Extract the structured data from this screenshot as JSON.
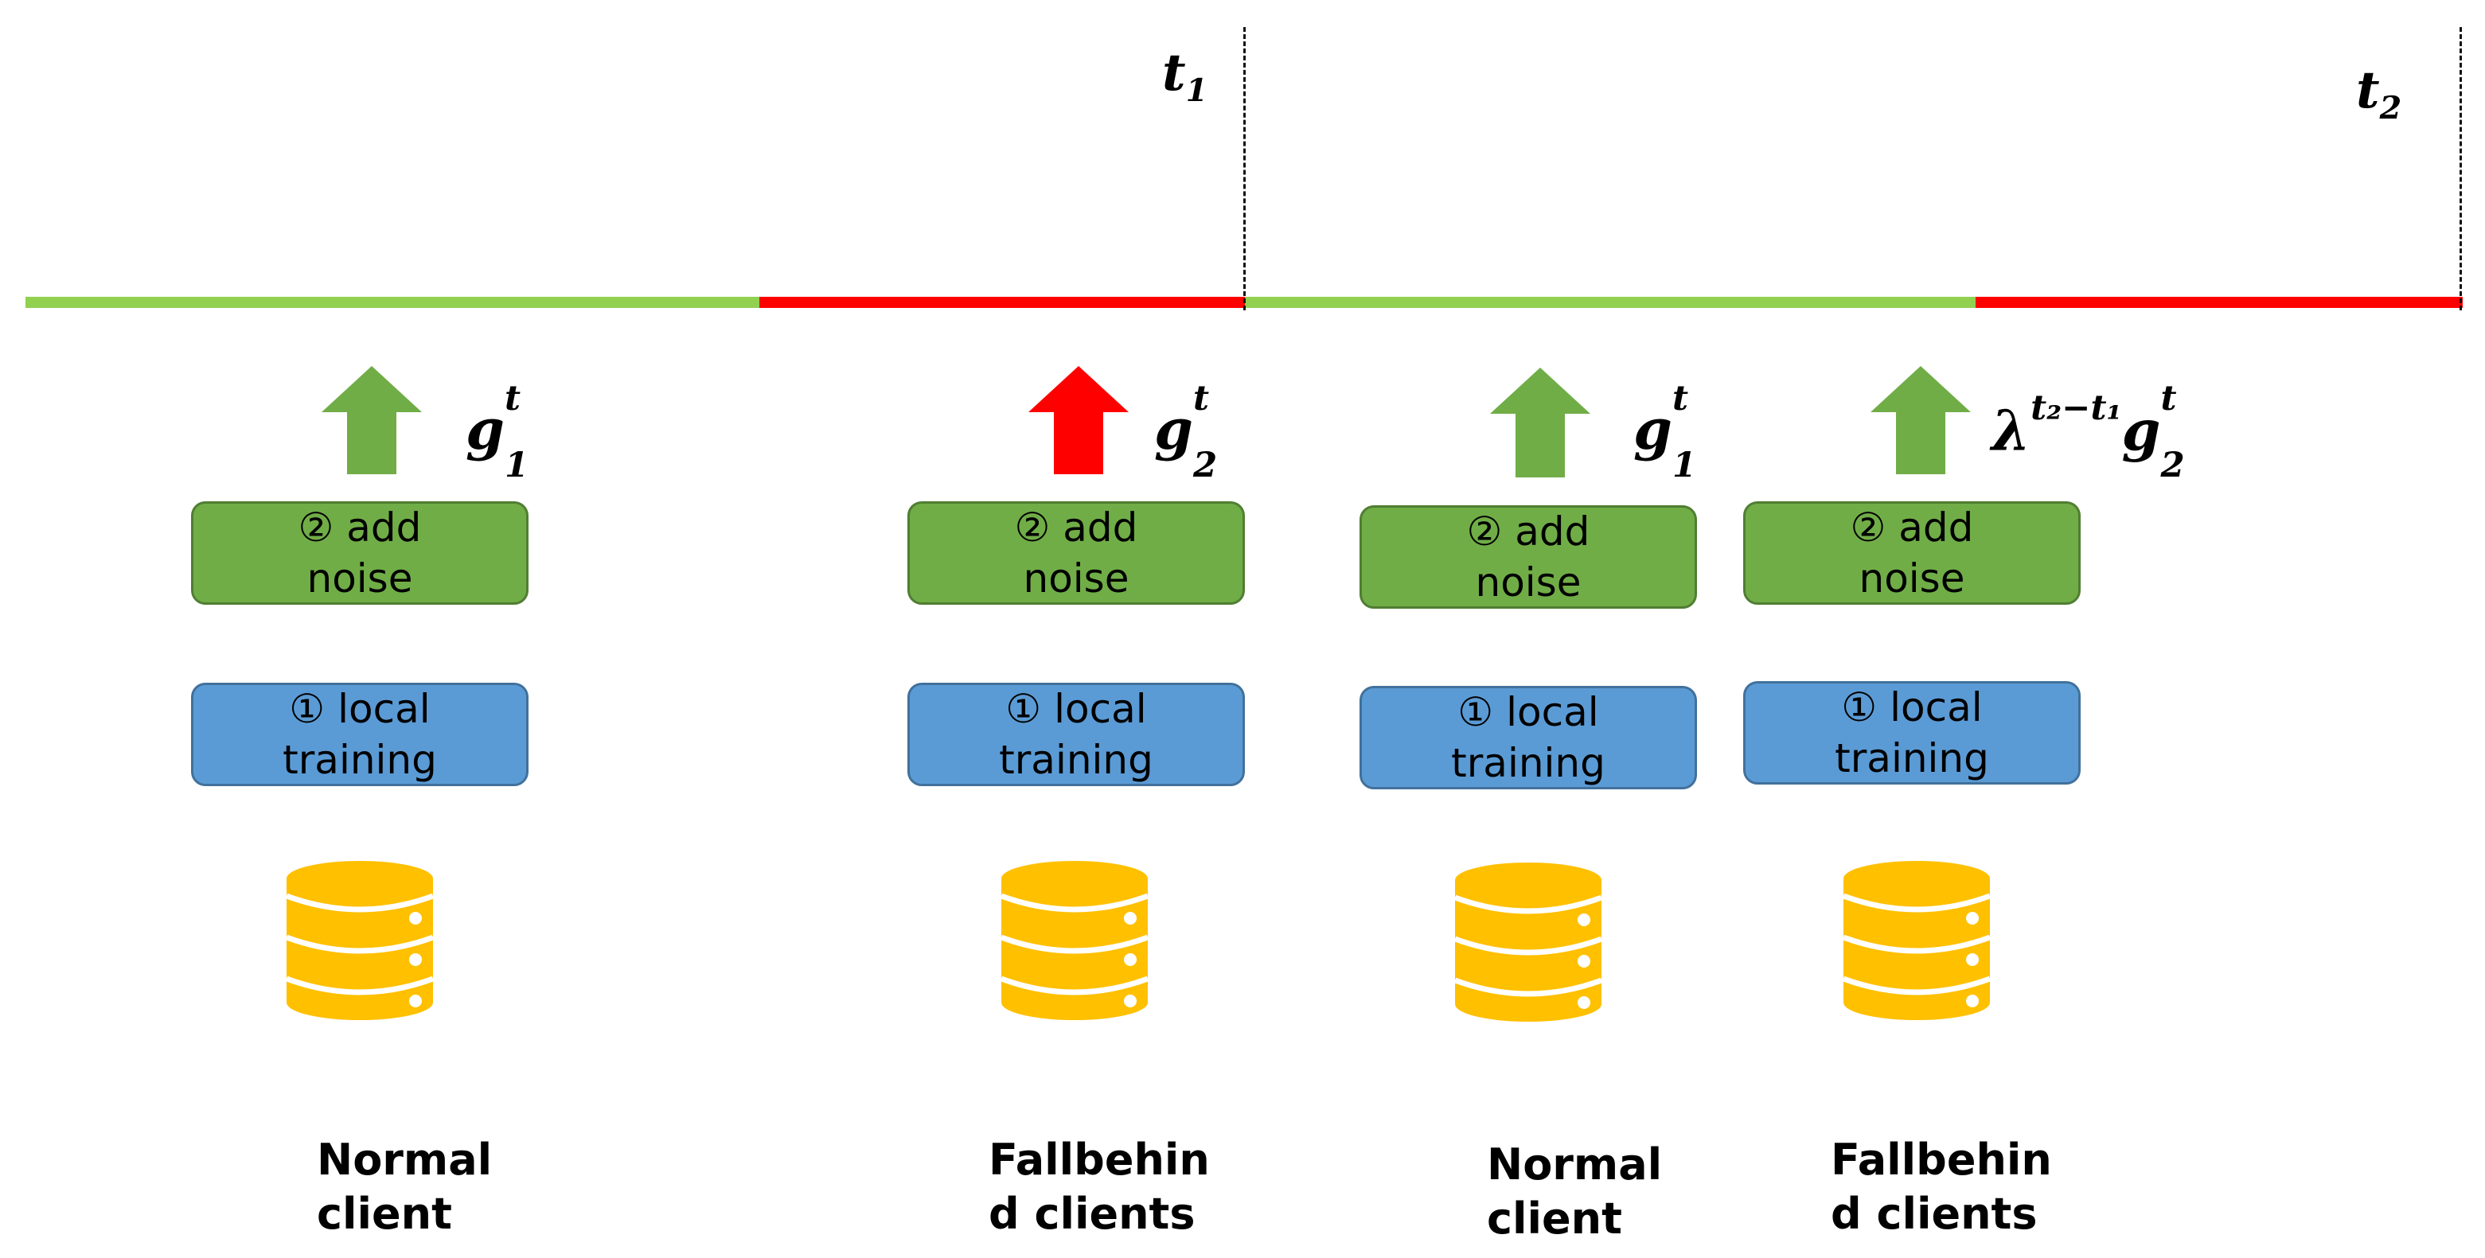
{
  "colors": {
    "normal": "#92d050",
    "fallbehind": "#ff0000",
    "arrow_green": "#70ad47",
    "arrow_red": "#ff0000",
    "noise_box": "#70ad47",
    "training_box": "#5b9bd5",
    "database": "#ffc000"
  },
  "timeline": {
    "segments": [
      {
        "kind": "normal"
      },
      {
        "kind": "fallbehind"
      },
      {
        "kind": "normal"
      },
      {
        "kind": "fallbehind"
      }
    ],
    "markers": {
      "t1": {
        "base": "t",
        "sub": "1"
      },
      "t2": {
        "base": "t",
        "sub": "2"
      }
    }
  },
  "steps": {
    "add_noise_prefix": "②",
    "add_noise_line1": "add",
    "add_noise_line2": "noise",
    "local_training_prefix": "①",
    "local_training_line1": "local",
    "local_training_line2": "training"
  },
  "clients": [
    {
      "caption": "Normal\nclient",
      "arrow": "green-up-arrow",
      "gradient": {
        "coef": "",
        "coef_sup": "",
        "base": "g",
        "sup": "t",
        "sub": "1"
      }
    },
    {
      "caption": "Fallbehin\nd clients",
      "arrow": "red-up-arrow",
      "gradient": {
        "coef": "",
        "coef_sup": "",
        "base": "g",
        "sup": "t",
        "sub": "2"
      }
    },
    {
      "caption": "Normal\nclient",
      "arrow": "green-up-arrow",
      "gradient": {
        "coef": "",
        "coef_sup": "",
        "base": "g",
        "sup": "t",
        "sub": "1"
      }
    },
    {
      "caption": "Fallbehin\nd clients",
      "arrow": "green-up-arrow",
      "gradient": {
        "coef": "λ",
        "coef_sup": "t₂−t₁",
        "base": "g",
        "sup": "t",
        "sub": "2"
      }
    }
  ],
  "icons": {
    "database": "database-icon"
  }
}
